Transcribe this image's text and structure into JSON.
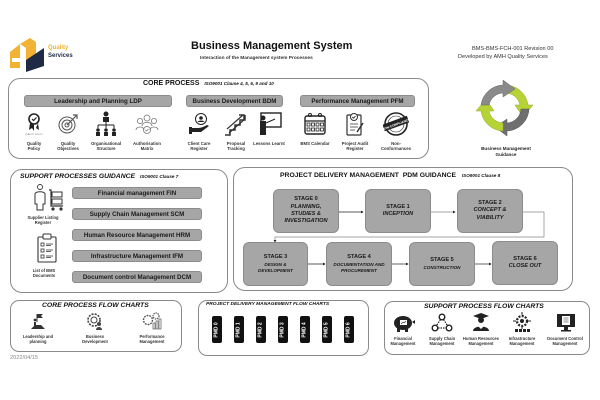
{
  "header": {
    "logo_line1": "Quality",
    "logo_line2": "Services",
    "title": "Business Management System",
    "subtitle": "Interaction of the Management system Processes",
    "doc_ref": "BMS-BMS-FCH-001 Revision 00",
    "developed_by": "Developed by AMH Quality Services"
  },
  "core_process": {
    "title": "CORE PROCESS",
    "clause": "ISO9001 Clause 4, 5, 6, 9 and 10",
    "groups": [
      {
        "label": "Leadership and Planning LDP",
        "items": [
          {
            "icon": "award-ribbon-icon",
            "label": "Quality Policy"
          },
          {
            "icon": "target-icon",
            "label": "Quality Objectives"
          },
          {
            "icon": "org-chart-icon",
            "label": "Organisational Structure"
          },
          {
            "icon": "people-group-icon",
            "label": "Authorisation Matrix"
          }
        ]
      },
      {
        "label": "Business Development BDM",
        "items": [
          {
            "icon": "hand-person-icon",
            "label": "Client Care Register"
          },
          {
            "icon": "stairs-growth-icon",
            "label": "Proposal Tracking"
          },
          {
            "icon": "presenter-board-icon",
            "label": "Lessons Learnt"
          }
        ]
      },
      {
        "label": "Performance Management PFM",
        "items": [
          {
            "icon": "calendar-icon",
            "label": "BMS Calendar"
          },
          {
            "icon": "clipboard-check-icon",
            "label": "Project Audit Register"
          },
          {
            "icon": "non-compliance-stamp-icon",
            "label": "Non-Conformances"
          }
        ]
      }
    ],
    "quality_policy_small": "QUALITY POLICY"
  },
  "guidance": {
    "icon": "cycle-arrows-icon",
    "label": "Business Management Guidance"
  },
  "support": {
    "title": "SUPPORT PROCESSES GUIDANCE",
    "clause": "ISO9001 Clause 7",
    "items": [
      "Financial management FIN",
      "Supply Chain Management SCM",
      "Human Resource Management HRM",
      "Infrastructure Management IFM",
      "Document control Management DCM"
    ],
    "side_items": [
      {
        "icon": "person-trolley-icon",
        "label": "Supplier Listing Register"
      },
      {
        "icon": "checklist-icon",
        "label": "List of BMS Documents"
      }
    ]
  },
  "pdm": {
    "title": "PROJECT DELIVERY MANAGEMENT  PDM GUIDANCE",
    "clause": "ISO9001 Clause 8",
    "stages": [
      {
        "name": "STAGE 0",
        "desc": "PLANNING, STUDIES & INVESTIGATION"
      },
      {
        "name": "STAGE 1",
        "desc": "INCEPTION"
      },
      {
        "name": "STAGE 2",
        "desc": "CONCEPT & VIABILITY"
      },
      {
        "name": "STAGE 3",
        "desc": "DESIGN & DEVELOPMENT"
      },
      {
        "name": "STAGE 4",
        "desc": "DOCUMENTATION AND PROCUREMENT"
      },
      {
        "name": "STAGE 5",
        "desc": "CONSTRUCTION"
      },
      {
        "name": "STAGE 6",
        "desc": "CLOSE OUT"
      }
    ]
  },
  "core_flow": {
    "title": "CORE PROCESS FLOW CHARTS",
    "items": [
      {
        "icon": "flag-summit-icon",
        "label": "Leadership and planning"
      },
      {
        "icon": "gear-person-icon",
        "label": "Business Development"
      },
      {
        "icon": "gear-chart-icon",
        "label": "Performance Management"
      }
    ]
  },
  "pdm_flow": {
    "title": "PROJECT DELIVERY MANAGEMENT FLOW CHARTS",
    "items": [
      "PMD 0",
      "PMD 1",
      "PMD 2",
      "PMD 3",
      "PMD 4",
      "PMD 5",
      "PMD 6"
    ]
  },
  "support_flow": {
    "title": "SUPPORT PROCESS FLOW CHARTS",
    "items": [
      {
        "icon": "piggy-bank-icon",
        "label": "Financial Management"
      },
      {
        "icon": "network-nodes-icon",
        "label": "Supply Chain Management"
      },
      {
        "icon": "graduate-heart-icon",
        "label": "Human Resources Management"
      },
      {
        "icon": "gear-target-icon",
        "label": "Infrastructure Management"
      },
      {
        "icon": "document-monitor-icon",
        "label": "Document Control Management"
      }
    ]
  },
  "footer": {
    "date": "2022/04/15"
  },
  "colors": {
    "logo_orange": "#f2b233",
    "logo_navy": "#1f2a44",
    "pill_grey": "#a6a6a6",
    "cycle_green": "#b5d334",
    "cycle_grey": "#7a7a7a"
  }
}
